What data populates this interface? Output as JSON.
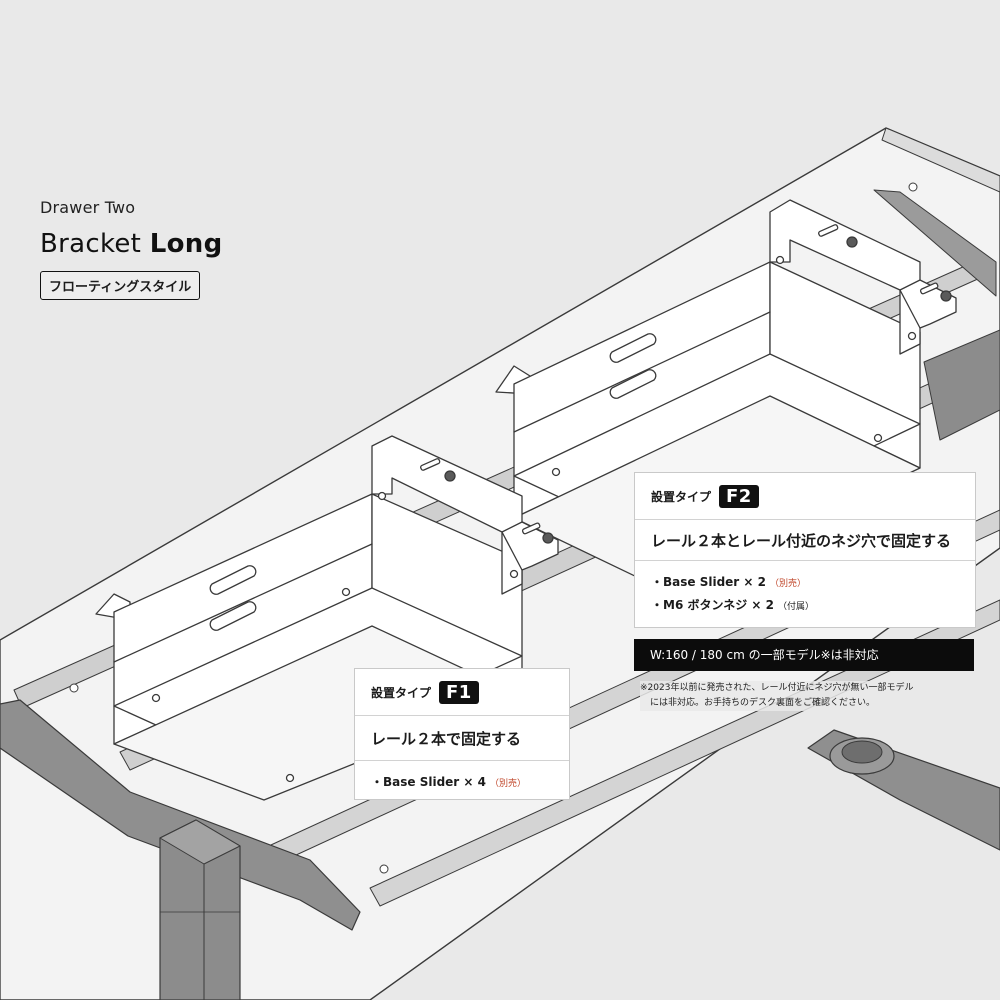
{
  "product": {
    "subtitle": "Drawer Two",
    "title_regular": "Bracket",
    "title_bold": "Long",
    "style_tag": "フローティングスタイル"
  },
  "card_f1": {
    "type_label": "設置タイプ",
    "badge": "F1",
    "description": "レール２本で固定する",
    "items": [
      {
        "text": "・Base Slider × 4",
        "note": "（別売）"
      }
    ]
  },
  "card_f2": {
    "type_label": "設置タイプ",
    "badge": "F2",
    "description": "レール２本とレール付近のネジ穴で固定する",
    "items": [
      {
        "text": "・Base Slider × 2",
        "note": "（別売）"
      },
      {
        "text": "・M6 ボタンネジ × 2",
        "note": "（付属）"
      }
    ]
  },
  "warning": {
    "bar_text": "W:160 / 180 cm の一部モデル※は非対応",
    "note_line1": "※2023年以前に発売された、レール付近にネジ穴が無い一部モデル",
    "note_line2": "には非対応。お手持ちのデスク裏面をご確認ください。"
  },
  "colors": {
    "background": "#e9e9e9",
    "desk_top": "#f2f2f2",
    "rail": "#bdbdbd",
    "leg": "#8e8e8e",
    "bracket": "#ffffff",
    "badge": "#111111",
    "note_red": "#c0462a"
  }
}
